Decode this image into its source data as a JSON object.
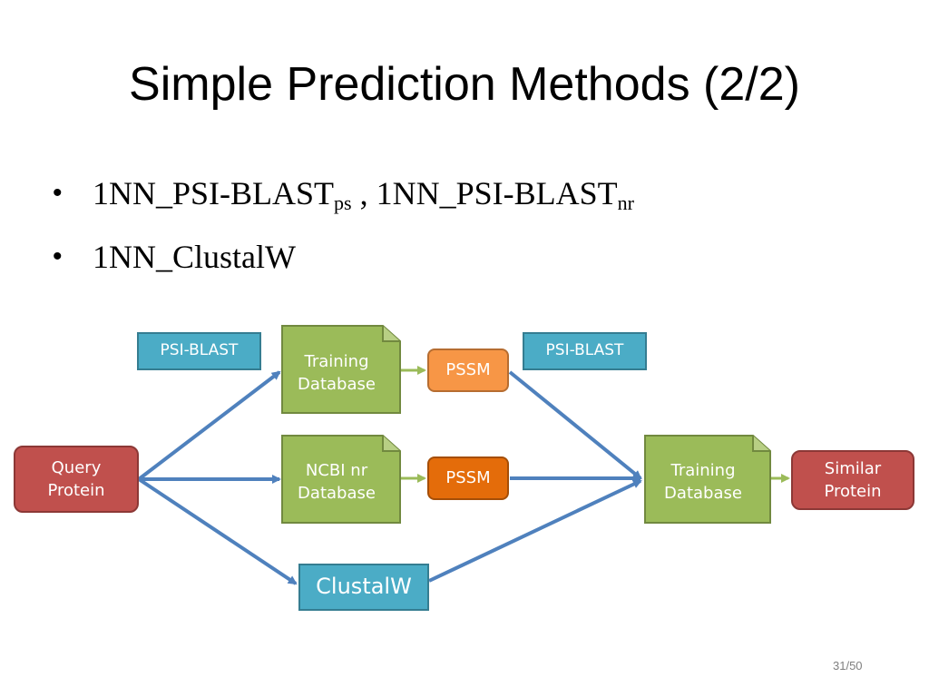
{
  "slide": {
    "title": "Simple Prediction Methods (2/2)",
    "bullets": [
      {
        "parts": [
          "1NN_PSI-BLAST",
          "ps",
          " , 1NN_PSI-BLAST",
          "nr"
        ]
      },
      {
        "text": "1NN_ClustalW"
      }
    ],
    "page_number": "31/50"
  },
  "diagram": {
    "query_protein": "Query\nProtein",
    "psi_blast_left": "PSI-BLAST",
    "training_db_top": "Training\nDatabase",
    "ncbi_nr_db": "NCBI nr\nDatabase",
    "clustalw": "ClustalW",
    "pssm_top": "PSSM",
    "pssm_mid": "PSSM",
    "psi_blast_right": "PSI-BLAST",
    "training_db_right": "Training\nDatabase",
    "similar_protein": "Similar\nProtein"
  },
  "colors": {
    "blue_arrow": "#4f81bd",
    "green_arrow": "#9bbb59",
    "document_fill": "#9bbb59",
    "label_fill": "#4bacc6",
    "protein_fill": "#c0504d",
    "pssm_light": "#f79646",
    "pssm_dark": "#e46c0a"
  }
}
